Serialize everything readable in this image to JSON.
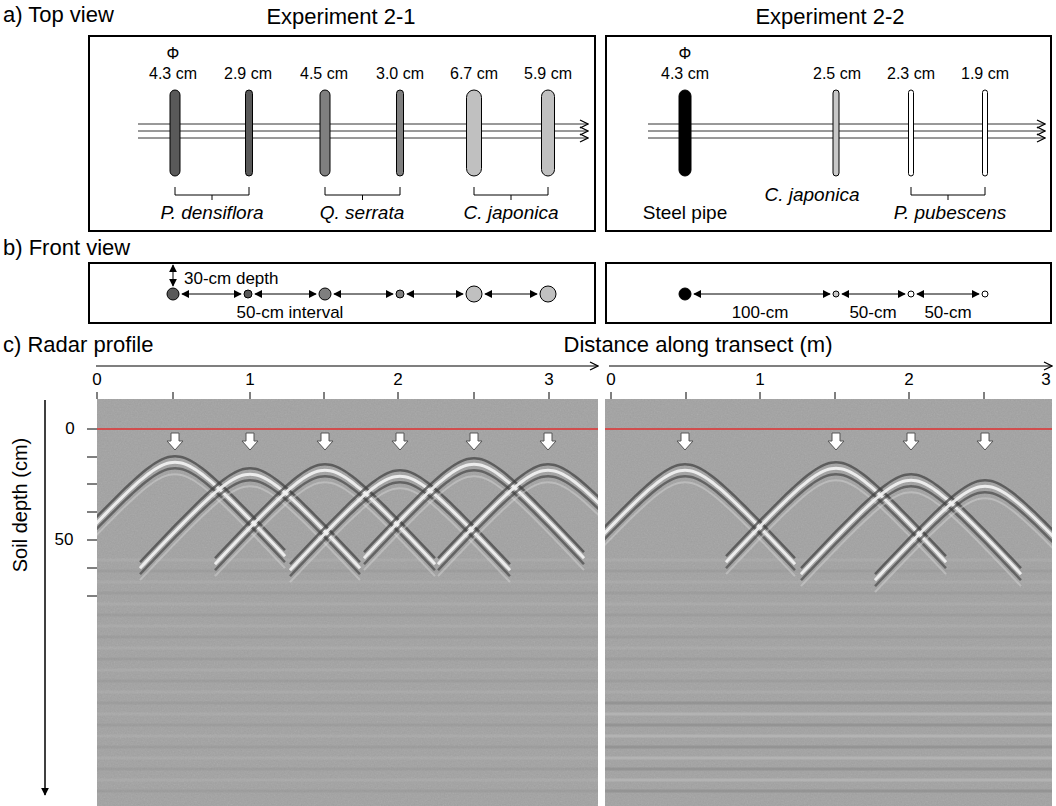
{
  "diagram": {
    "nodes": [
      {
        "text": [
          "Experiment 2-1",
          "Φ",
          "4.3 cm",
          "2.9 cm",
          "4.5 cm",
          "3.0 cm",
          "6.7 cm",
          "5.9 cm",
          "P. densiflora",
          "Q. serrata",
          "C. japonica"
        ]
      },
      {
        "text": [
          "Experiment 2-2",
          "Φ",
          "4.3 cm",
          "2.5 cm",
          "2.3 cm",
          "1.9 cm",
          "C. japonica",
          "Steel pipe",
          "P. pubescens"
        ]
      },
      {
        "text": [
          "30-cm depth",
          "50-cm interval"
        ]
      },
      {
        "text": [
          "100-cm",
          "50-cm",
          "50-cm"
        ]
      }
    ],
    "labels": [
      "a) Top view",
      "b) Front view",
      "c) Radar profile",
      "Distance along transect (m)",
      "0",
      "1",
      "2",
      "3",
      "0",
      "1",
      "2",
      "3",
      "Soil depth (cm)",
      "0",
      "50"
    ]
  }
}
